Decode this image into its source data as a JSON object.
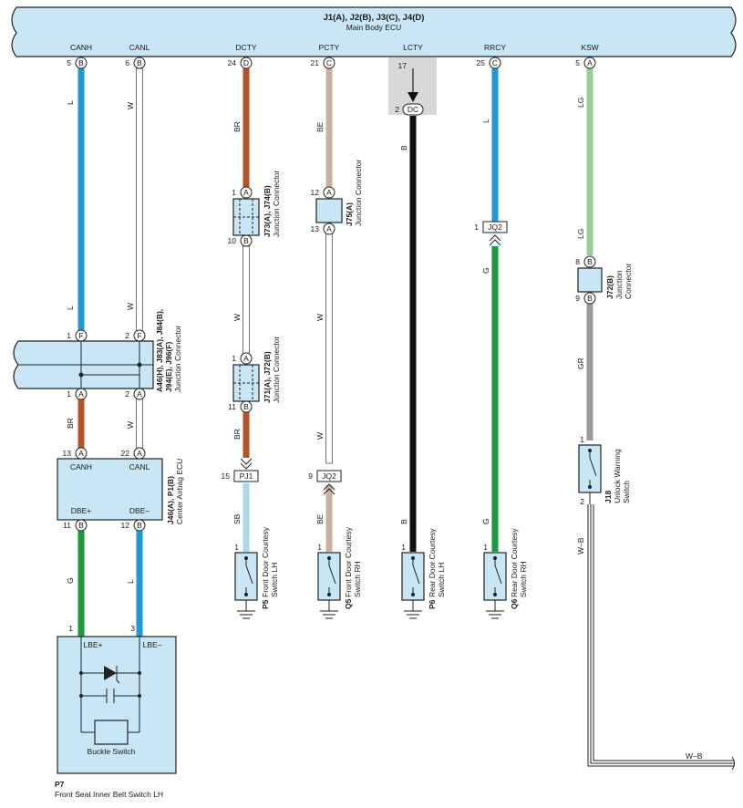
{
  "ecu": {
    "title": "J1(A), J2(B), J3(C), J4(D)",
    "name": "Main Body ECU"
  },
  "signals": [
    "CANH",
    "CANL",
    "DCTY",
    "PCTY",
    "LCTY",
    "RRCY",
    "KSW"
  ],
  "pins": {
    "canh_top": "5",
    "canh_top_c": "B",
    "canl_top": "6",
    "canl_top_c": "B",
    "dcty_top": "24",
    "dcty_top_c": "D",
    "pcty_top": "21",
    "pcty_top_c": "C",
    "lcty_top": "17",
    "lcty_dc": "2",
    "lcty_dc_c": "DC",
    "rrcy_top": "25",
    "rrcy_top_c": "C",
    "ksw_top": "5",
    "ksw_top_c": "A"
  },
  "wires": {
    "canh": "L",
    "canl": "W",
    "dcty": "BR",
    "pcty": "BE",
    "lcty": "B",
    "rrcy": "L",
    "ksw": "LG",
    "canh2": "L",
    "canl2": "W",
    "dcty2": "W",
    "pcty2": "W",
    "rrcy2": "G",
    "ksw2": "LG",
    "ksw3": "GR",
    "canh3": "BR",
    "canl3": "W",
    "dcty3": "BR",
    "pcty3": "W",
    "dcty4": "SB",
    "pcty4": "BE",
    "lcty2": "B",
    "rrcy3": "G",
    "dbep": "G",
    "dbem": "L",
    "kswb": "W–B",
    "kswb2": "W–B"
  },
  "junctions": {
    "j73": {
      "name": "J73(A), J74(B)",
      "desc": "Junction Connector",
      "p1": "1",
      "c1": "A",
      "p2": "10",
      "c2": "B"
    },
    "j75": {
      "name": "J75(A)",
      "desc": "Junction Connector",
      "p1": "12",
      "c1": "A",
      "p2": "13",
      "c2": "A"
    },
    "j71": {
      "name": "J71(A), J72(B)",
      "desc": "Junction Connector",
      "p1": "1",
      "c1": "A",
      "p2": "11",
      "c2": "B"
    },
    "j72b": {
      "name": "J72(B)",
      "desc1": "Junction",
      "desc2": "Connector",
      "p1": "8",
      "c1": "B",
      "p2": "9",
      "c2": "B"
    },
    "a46": {
      "name1": "A46(H), J83(A), J84(B),",
      "name2": "J94(E), J96(F)",
      "desc": "Junction Connector",
      "p1": "1",
      "c1": "F",
      "p2": "2",
      "c2": "F",
      "p3": "1",
      "c3": "A",
      "p4": "2",
      "c4": "A"
    }
  },
  "connectors": {
    "pj1": "PJ1",
    "pj1_pin": "15",
    "jq2a": "JQ2",
    "jq2a_pin": "9",
    "jq2b": "JQ2",
    "jq2b_pin": "1"
  },
  "airbag": {
    "name": "J46(A), P1(B)",
    "desc": "Center Airbag ECU",
    "canh": "CANH",
    "canl": "CANL",
    "dbep": "DBE+",
    "dbem": "DBE–",
    "p13": "13",
    "c13": "A",
    "p22": "22",
    "c22": "A",
    "p11": "11",
    "c11": "B",
    "p12": "12",
    "c12": "B"
  },
  "switches": {
    "p5": {
      "id": "P5",
      "l1": "Front Door Courtesy",
      "l2": "Switch LH",
      "pin": "1"
    },
    "q5": {
      "id": "Q5",
      "l1": "Front Door Courtesy",
      "l2": "Switch RH",
      "pin": "1"
    },
    "p6": {
      "id": "P6",
      "l1": "Rear Door Courtesy",
      "l2": "Switch LH",
      "pin": "1"
    },
    "q6": {
      "id": "Q6",
      "l1": "Rear Door Courtesy",
      "l2": "Switch RH",
      "pin": "1"
    },
    "j18": {
      "id": "J18",
      "l1": "Unlock Warning",
      "l2": "Switch",
      "pin1": "1",
      "pin2": "2"
    }
  },
  "belt": {
    "id": "P7",
    "name": "Front Seat Inner Belt Switch LH",
    "lbep": "LBE+",
    "lbem": "LBE–",
    "p1": "1",
    "p3": "3",
    "buckle": "Buckle Switch"
  },
  "colors": {
    "L": "#1e9ad6",
    "W": "#ffffff",
    "BR": "#b4532a",
    "BE": "#c9b29c",
    "B": "#111111",
    "LG": "#99cc99",
    "G": "#1a9a3a",
    "GR": "#9a9a9a",
    "SB": "#a9d8ef",
    "ecu": "#c8e6f5"
  }
}
